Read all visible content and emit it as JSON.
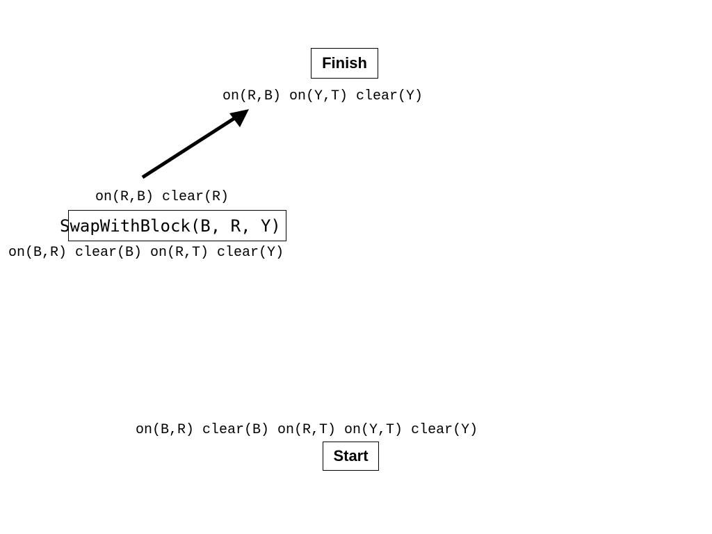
{
  "finish": {
    "label": "Finish",
    "preconditions": "on(R,B) on(Y,T) clear(Y)"
  },
  "action": {
    "label": "SwapWithBlock(B, R, Y)",
    "effects": "on(R,B) clear(R)",
    "preconditions": "on(B,R) clear(B) on(R,T) clear(Y)"
  },
  "start": {
    "label": "Start",
    "effects": "on(B,R) clear(B) on(R,T) on(Y,T) clear(Y)"
  }
}
